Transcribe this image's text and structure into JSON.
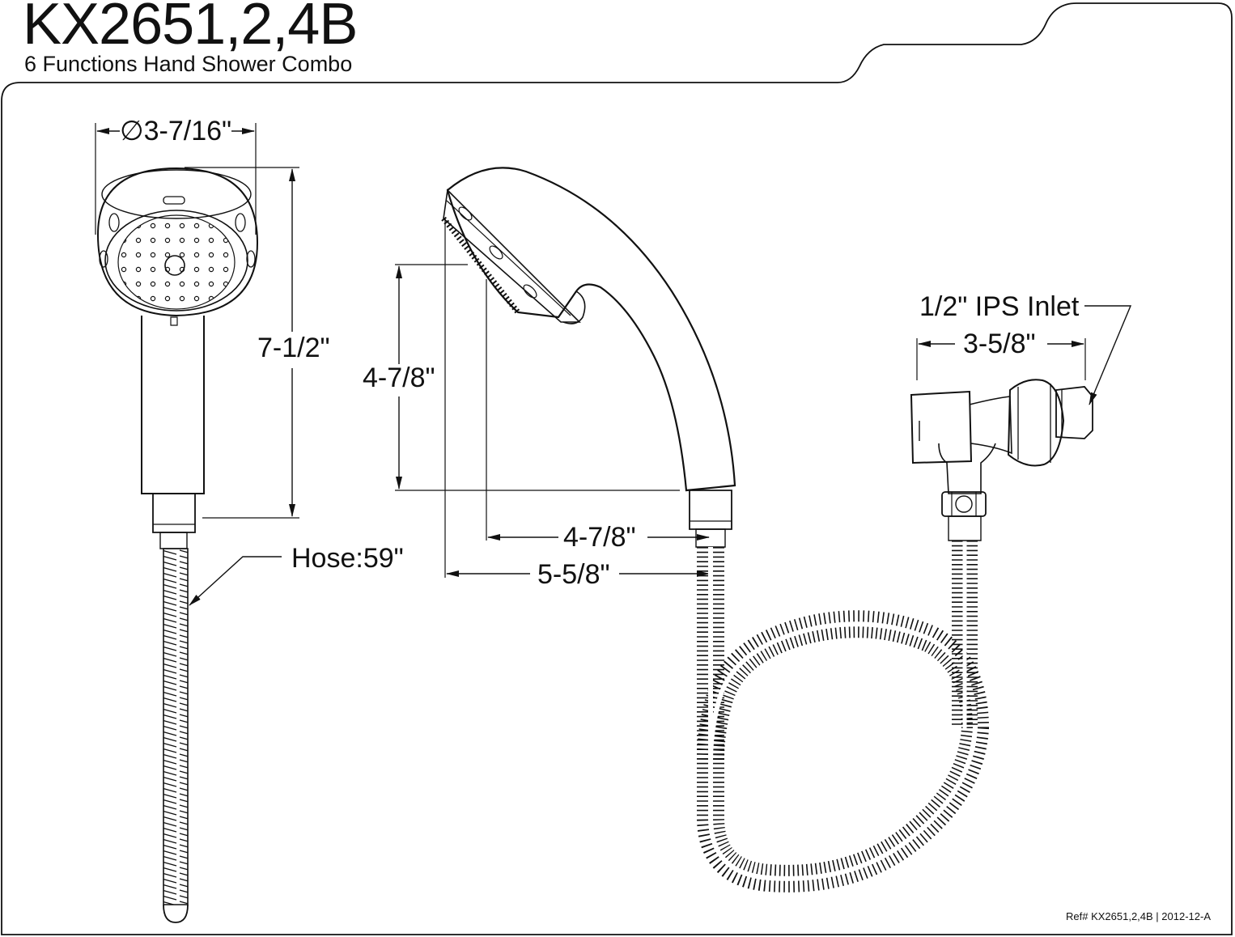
{
  "header": {
    "model": "KX2651,2,4B",
    "description": "6 Functions Hand Shower Combo"
  },
  "dimensions": {
    "head_diameter": "∅3-7/16\"",
    "overall_height": "7-1/2\"",
    "head_height": "4-7/8\"",
    "head_depth": "4-7/8\"",
    "overall_depth": "5-5/8\"",
    "hose_length": "Hose:59\"",
    "inlet_label": "1/2\" IPS Inlet",
    "bracket_width": "3-5/8\""
  },
  "footer": {
    "reference": "Ref# KX2651,2,4B | 2012-12-A"
  }
}
